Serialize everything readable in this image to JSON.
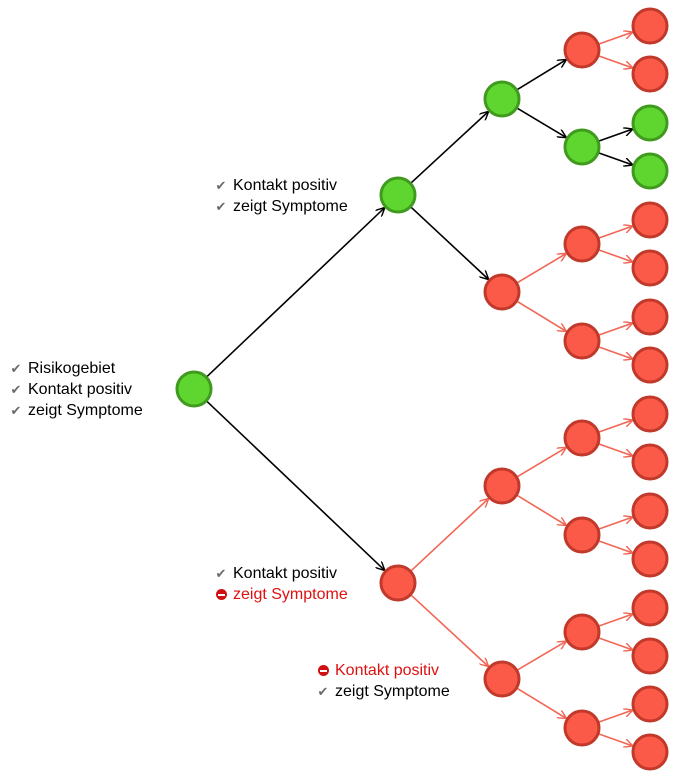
{
  "colors": {
    "positive_fill": "#5fd630",
    "positive_stroke": "#3f9a1e",
    "negative_fill": "#fc5a48",
    "negative_stroke": "#c0392b",
    "edge_black": "#000000",
    "edge_red": "#f26655",
    "negative_text": "#dd1111"
  },
  "icons": {
    "check": "checkmark-icon",
    "blocked": "blocked-icon"
  },
  "labels": {
    "root": [
      {
        "icon": "check",
        "text": "Risikogebiet"
      },
      {
        "icon": "check",
        "text": "Kontakt positiv"
      },
      {
        "icon": "check",
        "text": "zeigt Symptome"
      }
    ],
    "upper": [
      {
        "icon": "check",
        "text": "Kontakt positiv"
      },
      {
        "icon": "check",
        "text": "zeigt Symptome"
      }
    ],
    "lower": [
      {
        "icon": "check",
        "text": "Kontakt positiv"
      },
      {
        "icon": "blocked",
        "text": "zeigt Symptome"
      }
    ],
    "lower_lower": [
      {
        "icon": "blocked",
        "text": "Kontakt positiv"
      },
      {
        "icon": "check",
        "text": "zeigt Symptome"
      }
    ]
  }
}
